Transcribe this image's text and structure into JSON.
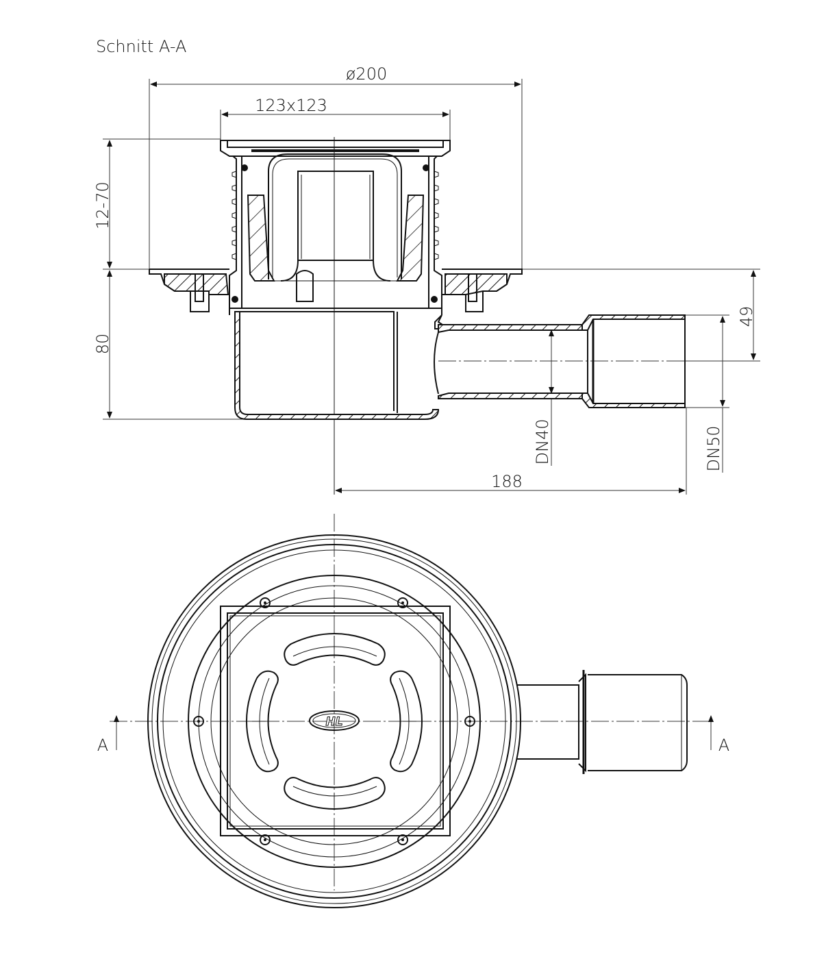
{
  "title": "Schnitt A-A",
  "dimensions": {
    "diameter": "ø200",
    "grate_size": "123x123",
    "height_adjust": "12-70",
    "body_height": "80",
    "outlet_height": "49",
    "dn40": "DN40",
    "dn50": "DN50",
    "outlet_length": "188"
  },
  "plan_view": {
    "logo": "HL",
    "section_mark_left": "A",
    "section_mark_right": "A"
  },
  "colors": {
    "line": "#111111",
    "background": "#ffffff"
  }
}
